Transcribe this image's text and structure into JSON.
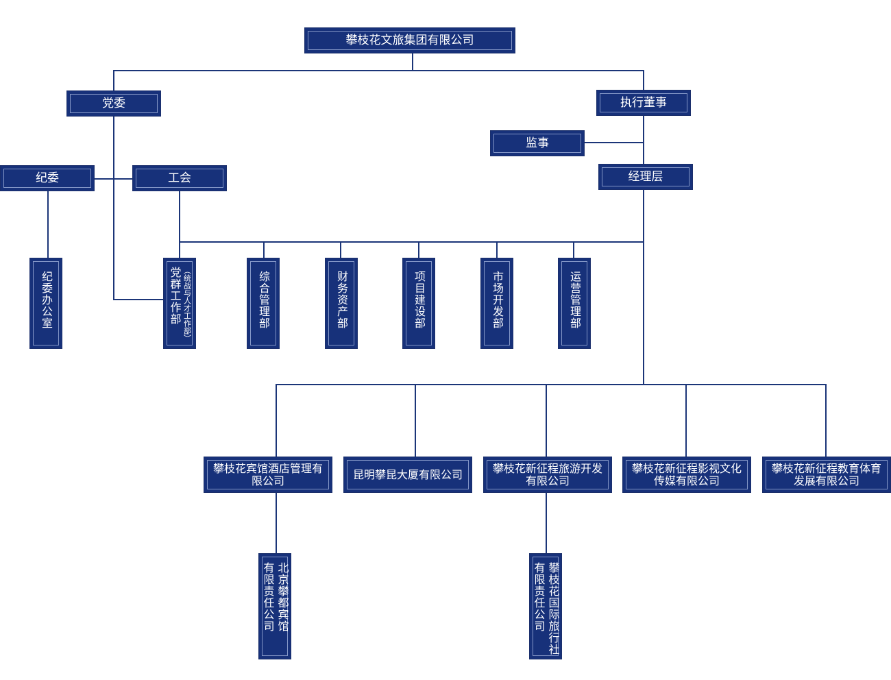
{
  "org_chart": {
    "root": "攀枝花文旅集团有限公司",
    "party_committee": "党委",
    "executive_director": "执行董事",
    "supervisor": "监事",
    "discipline_committee": "纪委",
    "labor_union": "工会",
    "management": "经理层",
    "discipline_office": "纪委办公室",
    "party_affairs_dept": "党群工作部",
    "party_affairs_dept_note": "（统战与人才工作部）",
    "departments": [
      "综合管理部",
      "财务资产部",
      "项目建设部",
      "市场开发部",
      "运营管理部"
    ],
    "subsidiaries": [
      "攀枝花宾馆酒店管理有限公司",
      "昆明攀昆大厦有限公司",
      "攀枝花新征程旅游开发有限公司",
      "攀枝花新征程影视文化传媒有限公司",
      "攀枝花新征程教育体育发展有限公司"
    ],
    "sub_subsidiaries": {
      "beijing_hotel": {
        "line1": "北京攀都宾馆",
        "line2": "有限责任公司"
      },
      "travel_agency": {
        "line1": "攀枝花国际旅行社",
        "line2": "有限责任公司"
      }
    }
  }
}
